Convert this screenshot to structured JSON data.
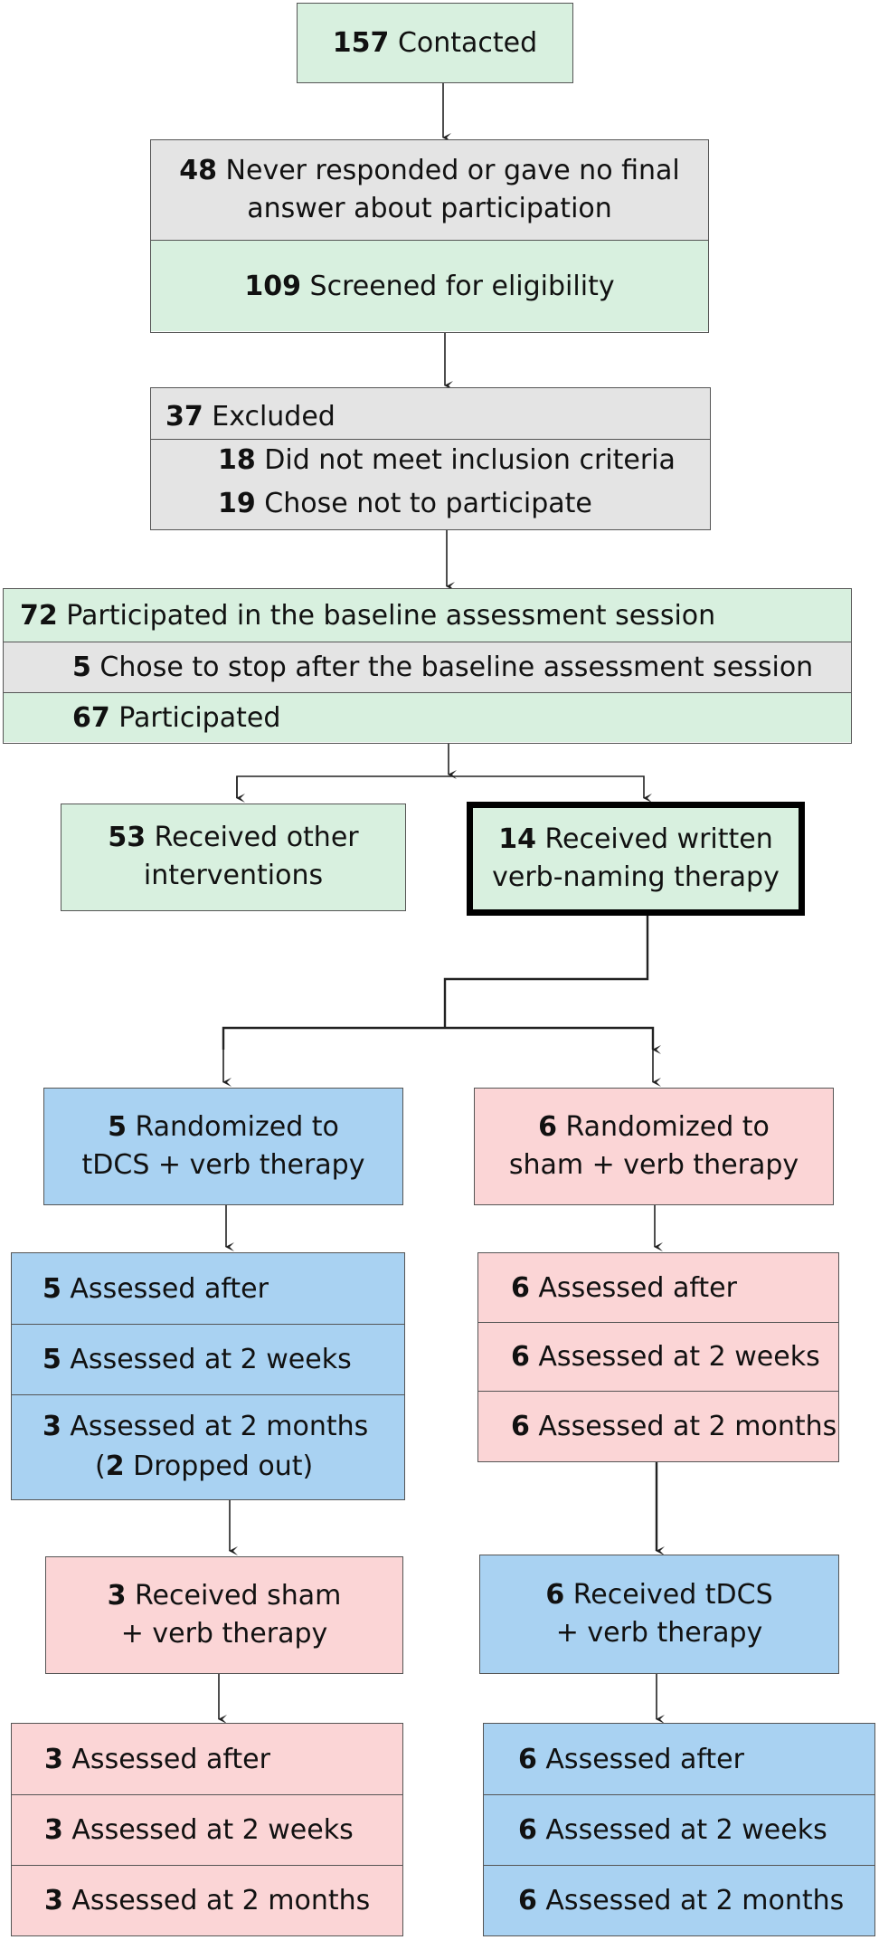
{
  "contacted": {
    "n": "157",
    "text": " Contacted"
  },
  "never_responded": {
    "n": "48",
    "line1": " Never responded or gave no final",
    "line2": "answer about participation"
  },
  "screened": {
    "n": "109",
    "text": " Screened for eligibility"
  },
  "excluded": {
    "n": "37",
    "text": " Excluded"
  },
  "excluded_criteria": {
    "n": "18",
    "text": " Did not meet inclusion criteria"
  },
  "excluded_chose": {
    "n": "19",
    "text": " Chose not to participate"
  },
  "baseline": {
    "n": "72",
    "text": " Participated in the baseline assessment session"
  },
  "stopped": {
    "n": "5",
    "text": " Chose to stop after the baseline assessment session"
  },
  "participated": {
    "n": "67",
    "text": " Participated"
  },
  "other": {
    "n": "53",
    "line1": " Received other",
    "line2": "interventions"
  },
  "written": {
    "n": "14",
    "line1": " Received written",
    "line2": "verb-naming therapy"
  },
  "tdcs_arm": {
    "n": "5",
    "line1": " Randomized to",
    "line2": "tDCS + verb therapy"
  },
  "sham_arm": {
    "n": "6",
    "line1": " Randomized to",
    "line2": "sham + verb therapy"
  },
  "tdcs_assess": [
    {
      "n": "5",
      "text": " Assessed after"
    },
    {
      "n": "5",
      "text": " Assessed at 2 weeks"
    },
    {
      "n": "3",
      "text": " Assessed at 2 months",
      "n2": "2",
      "line2": " Dropped out",
      "open": "(",
      "close": ")"
    }
  ],
  "sham_assess": [
    {
      "n": "6",
      "text": " Assessed after"
    },
    {
      "n": "6",
      "text": " Assessed at 2 weeks"
    },
    {
      "n": "6",
      "text": " Assessed at 2 months"
    }
  ],
  "crossover_sham": {
    "n": "3",
    "line1": " Received sham",
    "line2": "+ verb therapy"
  },
  "crossover_tdcs": {
    "n": "6",
    "line1": " Received tDCS",
    "line2": "+ verb therapy"
  },
  "cross_sham_assess": [
    {
      "n": "3",
      "text": " Assessed after"
    },
    {
      "n": "3",
      "text": " Assessed at 2 weeks"
    },
    {
      "n": "3",
      "text": " Assessed at 2 months"
    }
  ],
  "cross_tdcs_assess": [
    {
      "n": "6",
      "text": " Assessed after"
    },
    {
      "n": "6",
      "text": " Assessed at 2 weeks"
    },
    {
      "n": "6",
      "text": " Assessed at 2 months"
    }
  ],
  "colors": {
    "green": "#d8f0df",
    "gray": "#e4e4e4",
    "blue": "#a9d2f2",
    "pink": "#fbd5d6",
    "border": "#555555"
  }
}
